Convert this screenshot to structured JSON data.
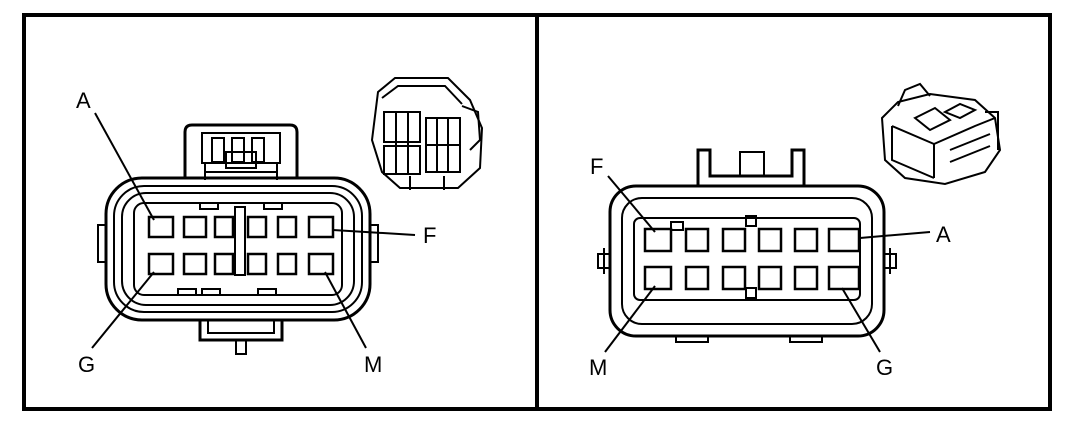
{
  "left_view": {
    "labels": {
      "top_left": "A",
      "right": "F",
      "bottom_left": "G",
      "bottom_right": "M"
    }
  },
  "right_view": {
    "labels": {
      "top_left": "F",
      "right": "A",
      "bottom_left": "M",
      "bottom_right": "G"
    }
  },
  "icons": {
    "left_thumbnail": "connector-3d-harness-side-icon",
    "right_thumbnail": "connector-3d-component-side-icon"
  }
}
